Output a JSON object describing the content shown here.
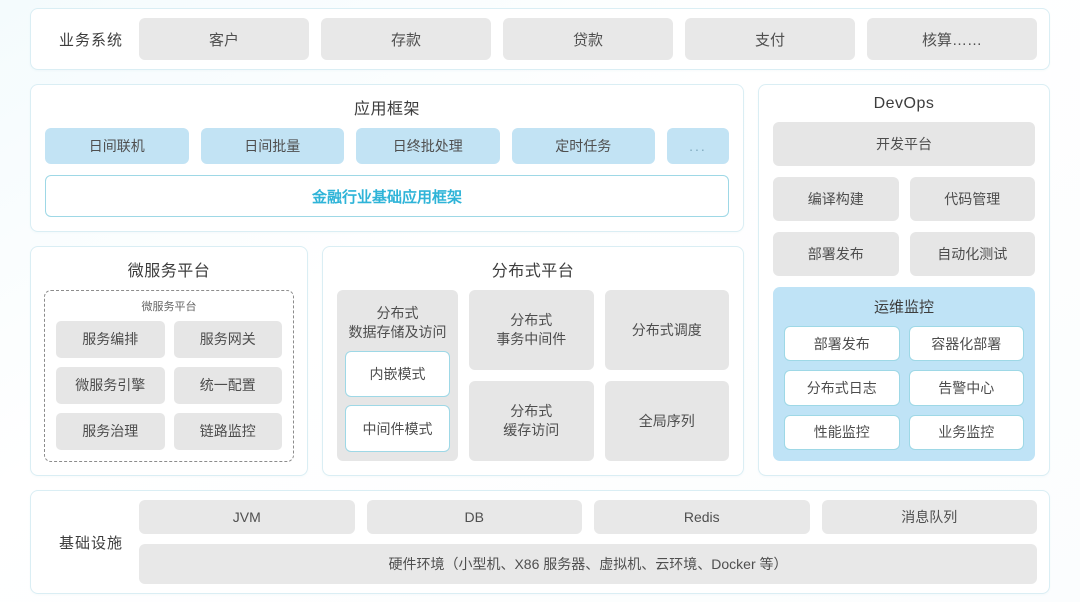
{
  "business_systems": {
    "label": "业务系统",
    "items": [
      "客户",
      "存款",
      "贷款",
      "支付",
      "核算……"
    ]
  },
  "app_framework": {
    "title": "应用框架",
    "pills": [
      "日间联机",
      "日间批量",
      "日终批处理",
      "定时任务"
    ],
    "more": "...",
    "banner": "金融行业基础应用框架"
  },
  "microservice_platform": {
    "title": "微服务平台",
    "inner_title": "微服务平台",
    "items": [
      "服务编排",
      "服务网关",
      "微服务引擎",
      "统一配置",
      "服务治理",
      "链路监控"
    ]
  },
  "distributed_platform": {
    "title": "分布式平台",
    "storage": {
      "title": "分布式\n数据存储及访问",
      "title_line1": "分布式",
      "title_line2": "数据存储及访问",
      "modes": [
        "内嵌模式",
        "中间件模式"
      ]
    },
    "col2": {
      "top_line1": "分布式",
      "top_line2": "事务中间件",
      "bottom_line1": "分布式",
      "bottom_line2": "缓存访问"
    },
    "col3": {
      "top": "分布式调度",
      "bottom": "全局序列"
    }
  },
  "devops": {
    "title": "DevOps",
    "platform": "开发平台",
    "pairs": [
      [
        "编译构建",
        "代码管理"
      ],
      [
        "部署发布",
        "自动化测试"
      ]
    ],
    "ops_panel": {
      "title": "运维监控",
      "items": [
        "部署发布",
        "容器化部署",
        "分布式日志",
        "告警中心",
        "性能监控",
        "业务监控"
      ]
    }
  },
  "infrastructure": {
    "label": "基础设施",
    "items": [
      "JVM",
      "DB",
      "Redis",
      "消息队列"
    ],
    "hardware": "硬件环境（小型机、X86 服务器、虚拟机、云环境、Docker 等）"
  },
  "colors": {
    "card_border": "#daeef4",
    "gray_box": "#e6e6e6",
    "blue_pill": "#c2e3f4",
    "accent_cyan": "#2fb4d8",
    "ops_panel_bg": "#bfe3f6",
    "white_box_border": "#9ed8e6",
    "text_primary": "#3d3d3d",
    "text_secondary": "#4d4d4d"
  }
}
